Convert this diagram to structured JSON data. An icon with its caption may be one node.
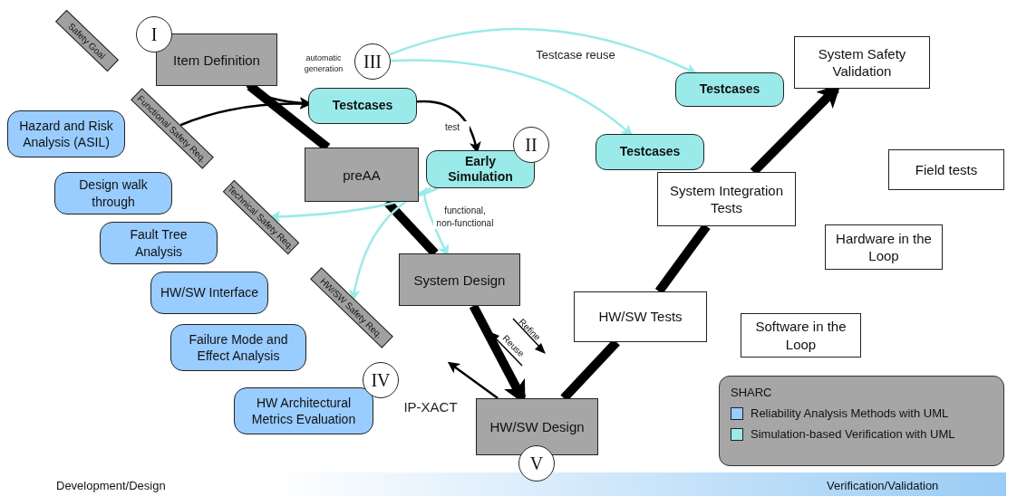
{
  "diagram": {
    "nodes": [
      {
        "text": [
          "Safety Goal"
        ]
      },
      {
        "text": [
          "Functional Safety Req."
        ]
      },
      {
        "text": [
          "Technical Safety Req."
        ]
      },
      {
        "text": [
          "HW/SW Safety Req."
        ]
      },
      {
        "text": [
          "Item Definition"
        ]
      },
      {
        "text": [
          "I"
        ]
      },
      {
        "text": [
          "Testcases"
        ]
      },
      {
        "text": [
          "III"
        ]
      },
      {
        "text": [
          "Hazard and Risk Analysis (ASIL)"
        ]
      },
      {
        "text": [
          "Design walk through"
        ]
      },
      {
        "text": [
          "Fault Tree Analysis"
        ]
      },
      {
        "text": [
          "HW/SW Interface"
        ]
      },
      {
        "text": [
          "Failure Mode and Effect Analysis"
        ]
      },
      {
        "text": [
          "HW Architectural Metrics Evaluation"
        ]
      },
      {
        "text": [
          "IV"
        ]
      },
      {
        "text": [
          "preAA"
        ]
      },
      {
        "text": [
          "Early Simulation"
        ]
      },
      {
        "text": [
          "II"
        ]
      },
      {
        "text": [
          "System Design"
        ]
      },
      {
        "text": [
          "HW/SW Design"
        ]
      },
      {
        "text": [
          "V"
        ]
      },
      {
        "text": [
          "HW/SW Tests"
        ]
      },
      {
        "text": [
          "System Integration Tests"
        ]
      },
      {
        "text": [
          "System Safety Validation"
        ]
      },
      {
        "text": [
          "Testcases"
        ]
      },
      {
        "text": [
          "Testcases"
        ]
      },
      {
        "text": [
          "Field tests"
        ]
      },
      {
        "text": [
          "Hardware in the Loop"
        ]
      },
      {
        "text": [
          "Software in the Loop"
        ]
      }
    ],
    "edges": [
      {
        "from": 4,
        "to": 15,
        "arrow": "none",
        "style": "thick"
      },
      {
        "from": 15,
        "to": 18,
        "arrow": "none",
        "style": "thick"
      },
      {
        "from": 18,
        "to": 19,
        "arrow": "to",
        "style": "thick"
      },
      {
        "from": 19,
        "to": 21,
        "arrow": "none",
        "style": "thick"
      },
      {
        "from": 21,
        "to": 22,
        "arrow": "none",
        "style": "thick"
      },
      {
        "from": 22,
        "to": 23,
        "arrow": "to",
        "style": "thick"
      },
      {
        "from": 4,
        "to": 6,
        "arrow": "to",
        "label": "automatic generation"
      },
      {
        "from": 1,
        "to": 6,
        "arrow": "to"
      },
      {
        "from": 6,
        "to": 16,
        "arrow": "to",
        "label": "test"
      },
      {
        "from": 16,
        "to": 2,
        "arrow": "to",
        "color": "#9beaea"
      },
      {
        "from": 16,
        "to": 3,
        "arrow": "to",
        "color": "#9beaea"
      },
      {
        "from": 16,
        "to": 18,
        "arrow": "to",
        "color": "#9beaea",
        "label": "functional, non-functional"
      },
      {
        "from": 7,
        "to": 24,
        "arrow": "to",
        "color": "#9beaea",
        "label": "Testcase reuse"
      },
      {
        "from": 7,
        "to": 25,
        "arrow": "to",
        "color": "#9beaea"
      },
      {
        "from": 19,
        "to": null,
        "arrow": "to",
        "label": "IP-XACT"
      }
    ],
    "labels": [
      "Refine",
      "Reuse",
      "SHARC",
      "Development/Design",
      "Verification/Validation"
    ],
    "legend": [
      {
        "text": "Reliability Analysis Methods with UML",
        "color": "#99ccff"
      },
      {
        "text": "Simulation-based Verification with UML",
        "color": "#9beaea"
      }
    ]
  }
}
